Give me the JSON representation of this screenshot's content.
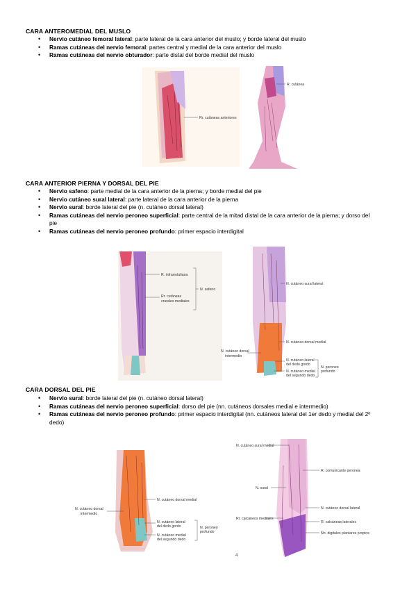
{
  "sections": [
    {
      "title": "CARA ANTEROMEDIAL DEL MUSLO",
      "items": [
        {
          "term": "Nervio cutáneo femoral lateral",
          "desc": ": parte lateral de la cara anterior del muslo; y borde lateral del muslo"
        },
        {
          "term": "Ramas cutáneas del nervio femoral",
          "desc": ": partes central y medial de la cara anterior del muslo"
        },
        {
          "term": "Ramas cutáneas del nervio obturador",
          "desc": ": parte distal del borde medial del muslo"
        }
      ]
    },
    {
      "title": "CARA ANTERIOR PIERNA Y DORSAL DEL PIE",
      "items": [
        {
          "term": "Nervio safeno",
          "desc": ": parte medial de la cara anterior de la pierna; y borde medial del pie"
        },
        {
          "term": "Nervio cutáneo sural lateral",
          "desc": ": parte lateral de la cara anterior de la pierna"
        },
        {
          "term": "Nervio sural",
          "desc": ": borde lateral del pie (n. cutáneo dorsal lateral)"
        },
        {
          "term": "Ramas cutáneas del nervio peroneo superficial",
          "desc": ": parte central de la mitad distal de la cara anterior de la pierna; y dorso del pie"
        },
        {
          "term": "Ramas cutáneas del nervio peroneo profundo",
          "desc": ": primer espacio interdigital"
        }
      ]
    },
    {
      "title": "CARA DORSAL DEL PIE",
      "items": [
        {
          "term": "Nervio sural",
          "desc": ": borde lateral del pie (n. cutáneo dorsal lateral)"
        },
        {
          "term": "Ramas cutáneas del nervio peroneo superficial",
          "desc": ": dorso del pie (nn. cutáneos dorsales medial e intermedio)"
        },
        {
          "term": "Ramas cutáneas del nervio peroneo profundo",
          "desc": ": primer espacio interdigital (nn. cutáneos lateral del 1er dedo y medial del 2º dedo)"
        }
      ]
    }
  ],
  "figures": {
    "fig1": {
      "label_anterior": "Rr. cutáneas anteriores"
    },
    "fig2": {
      "label_cutanea": "R. cutánea"
    },
    "fig3": {
      "label_infrarrotuliana": "R. infrarrotuliana",
      "label_crurales_1": "Rr. cutáneas",
      "label_crurales_2": "crurales mediales",
      "label_safeno": "N. safeno"
    },
    "fig4": {
      "label_sural_lateral": "N. cutáneo sural lateral",
      "label_dorsal_medial": "N. cutáneo dorsal medial",
      "label_dorsal_interm_1": "N. cutáneo dorsal",
      "label_dorsal_interm_2": "intermedio",
      "label_lat_gordo_1": "N. cutáneo lateral",
      "label_lat_gordo_2": "del dedo gordo",
      "label_med_seg_1": "N. cutáneo medial",
      "label_med_seg_2": "del segundo dedo",
      "label_peroneo_1": "N. peroneo",
      "label_peroneo_2": "profundo"
    },
    "fig5": {
      "label_dorsal_medial": "N. cutáneo dorsal medial",
      "label_interm_1": "N. cutáneo dorsal",
      "label_interm_2": "intermedio",
      "label_lat_gordo_1": "N. cutáneo lateral",
      "label_lat_gordo_2": "del dedo gordo",
      "label_med_seg_1": "N. cutáneo medial",
      "label_med_seg_2": "del segundo dedo",
      "label_peroneo_1": "N. peroneo",
      "label_peroneo_2": "profundo"
    },
    "fig6": {
      "label_sural_medial": "N. cutáneo sural medial",
      "label_comunicante": "R. comunicante peronea",
      "label_sural": "N. sural",
      "label_dorsal_lateral": "N. cutáneo dorsal lateral",
      "label_calcaneos_med": "Rr. calcáneos mediales",
      "label_calcaneos_lat": "R. calcáneas laterales",
      "label_digitales": "Nn. digitales plantares propios"
    }
  },
  "page_number": "4",
  "colors": {
    "pink": "#e9a7c8",
    "violet": "#c7a3dc",
    "red": "#d8506a",
    "orange": "#f07a3a",
    "teal": "#7fc7c4"
  }
}
